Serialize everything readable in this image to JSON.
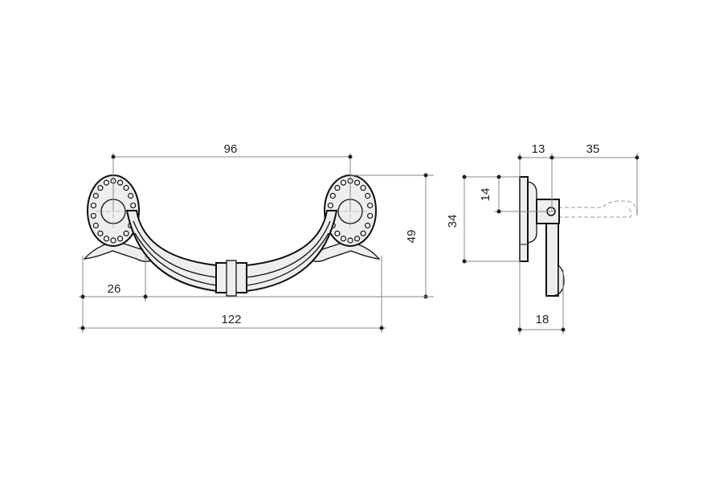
{
  "front_view": {
    "dimensions": {
      "hole_spacing": "96",
      "height": "49",
      "leg_width": "26",
      "overall_width": "122"
    }
  },
  "side_view": {
    "dimensions": {
      "depth_to_pivot": "13",
      "swing_extent": "35",
      "plate_height": "34",
      "pivot_height": "14",
      "projection": "18"
    }
  },
  "colors": {
    "line": "#111111",
    "dimension": "#888888",
    "fill": "#eeeeee"
  }
}
